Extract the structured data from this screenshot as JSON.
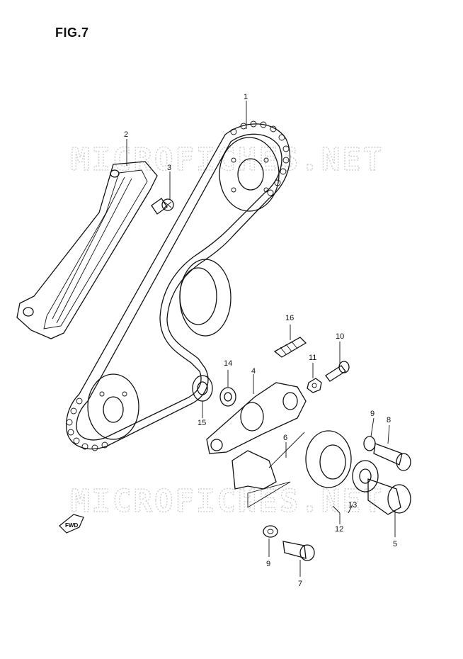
{
  "figure": {
    "title": "FIG.7"
  },
  "watermark": {
    "text": "MICROFICHES.NET"
  },
  "fwd_label": "FWD",
  "callouts": [
    {
      "id": "c1",
      "label": "1"
    },
    {
      "id": "c2",
      "label": "2"
    },
    {
      "id": "c3",
      "label": "3"
    },
    {
      "id": "c4",
      "label": "4"
    },
    {
      "id": "c5",
      "label": "5"
    },
    {
      "id": "c6",
      "label": "6"
    },
    {
      "id": "c7",
      "label": "7"
    },
    {
      "id": "c8",
      "label": "8"
    },
    {
      "id": "c9a",
      "label": "9"
    },
    {
      "id": "c9b",
      "label": "9"
    },
    {
      "id": "c10",
      "label": "10"
    },
    {
      "id": "c11",
      "label": "11"
    },
    {
      "id": "c12",
      "label": "12"
    },
    {
      "id": "c13",
      "label": "13"
    },
    {
      "id": "c14",
      "label": "14"
    },
    {
      "id": "c15",
      "label": "15"
    },
    {
      "id": "c16",
      "label": "16"
    }
  ]
}
